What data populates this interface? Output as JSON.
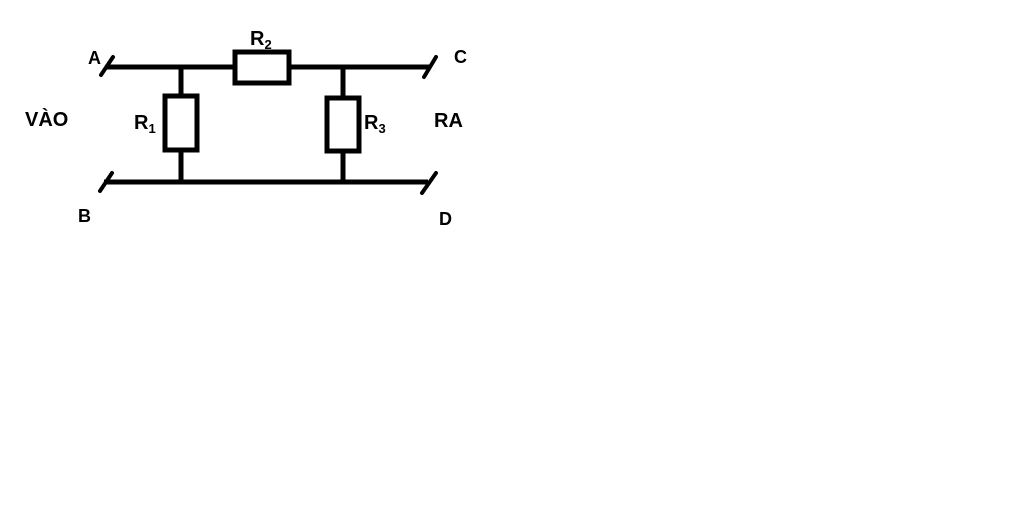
{
  "diagram": {
    "side_labels": {
      "input": "VÀO",
      "output": "RA"
    },
    "terminals": {
      "a": "A",
      "b": "B",
      "c": "C",
      "d": "D"
    },
    "resistors": {
      "r1": {
        "letter": "R",
        "index": "1"
      },
      "r2": {
        "letter": "R",
        "index": "2"
      },
      "r3": {
        "letter": "R",
        "index": "3"
      }
    },
    "colors": {
      "line": "#000000",
      "background": "#ffffff"
    }
  }
}
